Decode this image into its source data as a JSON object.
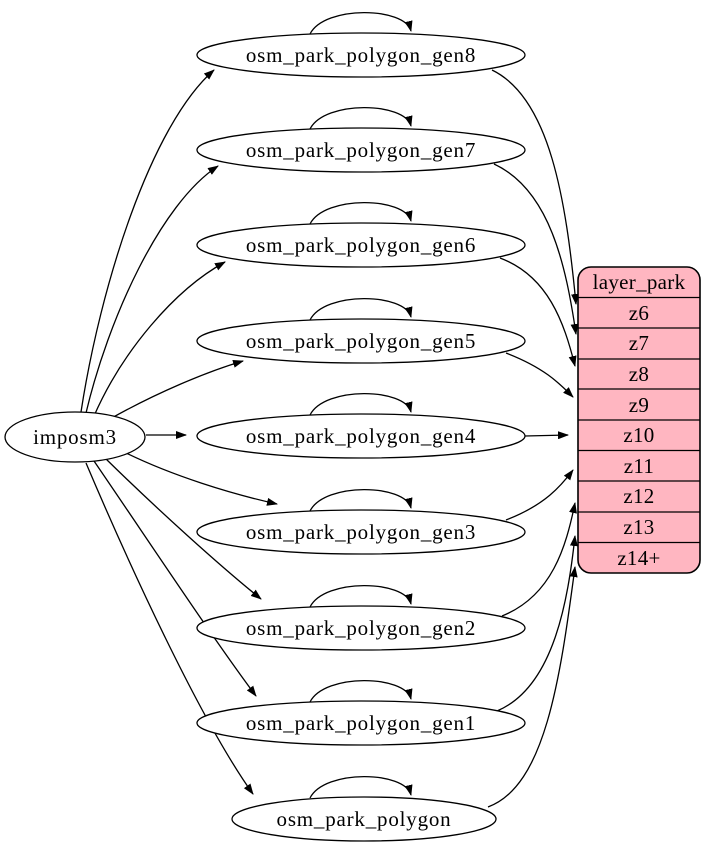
{
  "diagram": {
    "kind": "etl-mapping-graph",
    "source": {
      "label": "imposm3"
    },
    "nodes": [
      {
        "label": "osm_park_polygon_gen8",
        "self_loop": true,
        "target_zoom": "z6"
      },
      {
        "label": "osm_park_polygon_gen7",
        "self_loop": true,
        "target_zoom": "z7"
      },
      {
        "label": "osm_park_polygon_gen6",
        "self_loop": true,
        "target_zoom": "z8"
      },
      {
        "label": "osm_park_polygon_gen5",
        "self_loop": true,
        "target_zoom": "z9"
      },
      {
        "label": "osm_park_polygon_gen4",
        "self_loop": true,
        "target_zoom": "z10"
      },
      {
        "label": "osm_park_polygon_gen3",
        "self_loop": true,
        "target_zoom": "z11"
      },
      {
        "label": "osm_park_polygon_gen2",
        "self_loop": true,
        "target_zoom": "z12"
      },
      {
        "label": "osm_park_polygon_gen1",
        "self_loop": true,
        "target_zoom": "z13"
      },
      {
        "label": "osm_park_polygon",
        "self_loop": true,
        "target_zoom": "z14+"
      }
    ],
    "table": {
      "title": "layer_park",
      "rows": [
        "z6",
        "z7",
        "z8",
        "z9",
        "z10",
        "z11",
        "z12",
        "z13",
        "z14+"
      ]
    },
    "colors": {
      "table_fill": "#ffb6c1",
      "node_fill": "#ffffff",
      "edge": "#000000",
      "background": "#ffffff"
    }
  }
}
